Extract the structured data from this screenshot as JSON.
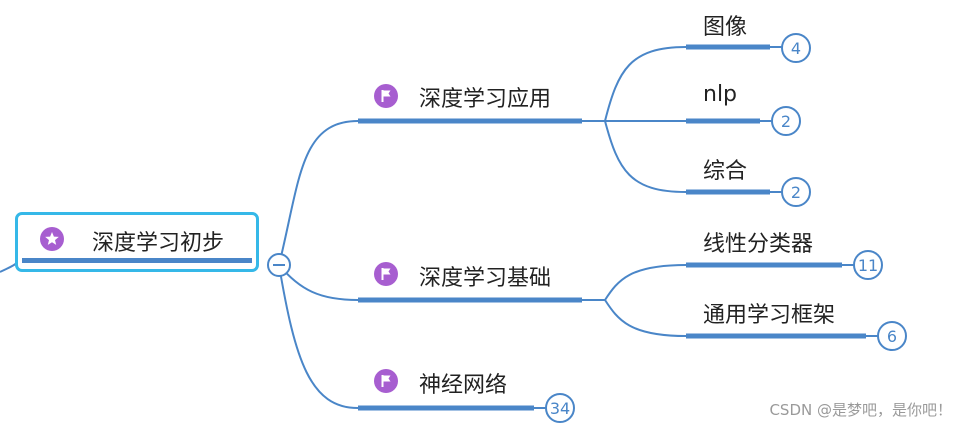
{
  "root": {
    "label": "深度学习初步",
    "icon": "star-icon"
  },
  "branches": [
    {
      "label": "深度学习应用",
      "icon": "flag-icon",
      "children": [
        {
          "label": "图像",
          "count": "4"
        },
        {
          "label": "nlp",
          "count": "2"
        },
        {
          "label": "综合",
          "count": "2"
        }
      ]
    },
    {
      "label": "深度学习基础",
      "icon": "flag-icon",
      "children": [
        {
          "label": "线性分类器",
          "count": "11"
        },
        {
          "label": "通用学习框架",
          "count": "6"
        }
      ]
    },
    {
      "label": "神经网络",
      "icon": "flag-icon",
      "count": "34"
    }
  ],
  "watermark": "CSDN @是梦吧，是你吧！",
  "colors": {
    "line": "#4a86c8",
    "root_border": "#35b8e8",
    "icon": "#a75ed0"
  }
}
